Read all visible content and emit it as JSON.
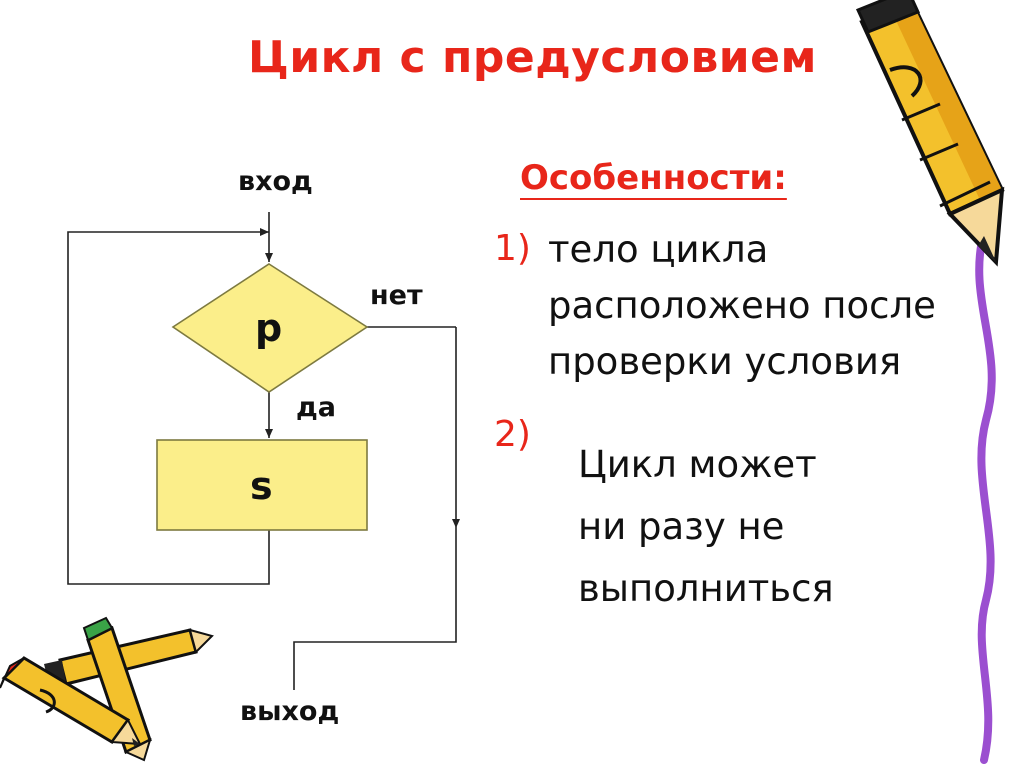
{
  "title": "Цикл с предусловием",
  "flowchart": {
    "entry_label": "вход",
    "exit_label": "выход",
    "no_label": "нет",
    "yes_label": "да",
    "condition_label": "p",
    "body_label": "s"
  },
  "features": {
    "heading": "Особенности:",
    "items": [
      {
        "number": "1)",
        "lines": [
          "тело цикла",
          "расположено после",
          "проверки условия"
        ]
      },
      {
        "number": "2)",
        "lines": [
          "Цикл может",
          "ни разу не",
          "выполниться"
        ]
      }
    ]
  },
  "colors": {
    "title": "#e8261a",
    "shape_fill": "#fbee8a",
    "shape_stroke": "#7d7a40",
    "purple_line": "#9b4fd0",
    "pencil_body": "#f3c12c"
  },
  "decorations": [
    "pencil-clipart-right",
    "pencils-clipart-bottom-left"
  ]
}
